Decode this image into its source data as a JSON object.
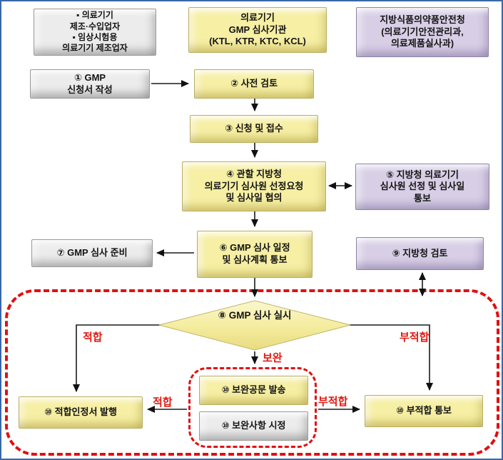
{
  "colors": {
    "yellow_box": "#f6efa4",
    "gray_box": "#ececec",
    "purple_box": "#d8cfe6",
    "red_accent": "#e11b12",
    "frame_blue": "#3a67a8",
    "arrow_black": "#111111"
  },
  "nodes": {
    "applicant": {
      "lines": [
        "▪ 의료기기",
        "제조·수입업자",
        "▪ 임상시험용",
        "의료기기 제조업자"
      ]
    },
    "audit_org": {
      "lines": [
        "의료기기",
        "GMP 심사기관",
        "(KTL, KTR, KTC, KCL)"
      ]
    },
    "regional_office": {
      "lines": [
        "지방식품의약품안전청",
        "(의료기기안전관리과,",
        "의료제품실사과)"
      ]
    },
    "step1": {
      "lines": [
        "① GMP",
        "신청서 작성"
      ]
    },
    "step2": {
      "lines": [
        "② 사전 검토"
      ]
    },
    "step3": {
      "lines": [
        "③ 신청 및 접수"
      ]
    },
    "step4": {
      "lines": [
        "④ 관할 지방청",
        "의료기기 심사원 선정요청",
        "및 심사일 협의"
      ]
    },
    "step5": {
      "lines": [
        "⑤ 지방청 의료기기",
        "심사원 선정 및 심사일",
        "통보"
      ]
    },
    "step6": {
      "lines": [
        "⑥ GMP 심사 일정",
        "및 심사계획 통보"
      ]
    },
    "step7": {
      "lines": [
        "⑦ GMP 심사 준비"
      ]
    },
    "step8": {
      "lines": [
        "⑧ GMP 심사",
        "실시"
      ]
    },
    "step9": {
      "lines": [
        "⑨ 지방청 검토"
      ]
    },
    "step10_pass": {
      "lines": [
        "⑩ 적합인정서 발행"
      ]
    },
    "step10_letter": {
      "lines": [
        "⑩ 보완공문 발송"
      ]
    },
    "step10_fix": {
      "lines": [
        "⑩ 보완사항 시정"
      ]
    },
    "step10_fail": {
      "lines": [
        "⑩ 부적합 통보"
      ]
    }
  },
  "labels": {
    "pass_top": "적합",
    "fail_top": "부적합",
    "supplement": "보완",
    "pass_bottom": "적합",
    "fail_bottom": "부적합"
  }
}
